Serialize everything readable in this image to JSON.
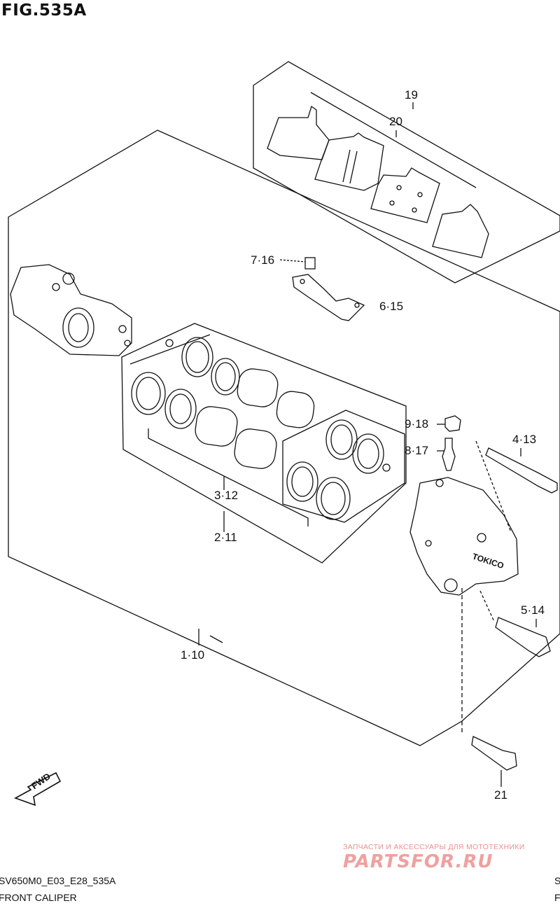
{
  "figure": {
    "title": "FIG.535A",
    "code": "SV650M0_E03_E28_535A",
    "name": "FRONT CALIPER",
    "right_code_fragment": "S",
    "right_name_fragment": "F"
  },
  "labels": {
    "p19": "19",
    "p20": "20",
    "p7_16": "7·16",
    "p6_15": "6·15",
    "p9_18": "9·18",
    "p8_17": "8·17",
    "p4_13": "4·13",
    "p3_12": "3·12",
    "p2_11": "2·11",
    "p5_14": "5·14",
    "p1_10": "1·10",
    "p21": "21"
  },
  "direction": {
    "fwd": "FWD"
  },
  "watermark": {
    "tagline": "ЗАПЧАСТИ И АКСЕССУАРЫ ДЛЯ МОТОТЕХНИКИ",
    "logo": "PARTSFOR.RU"
  }
}
